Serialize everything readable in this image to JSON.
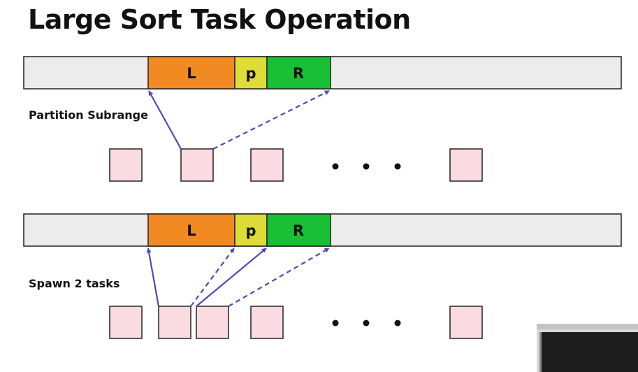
{
  "title": "Large Sort Task Operation",
  "segment_labels": {
    "left": "L",
    "pivot": "p",
    "right": "R"
  },
  "colors": {
    "array": "#ececec",
    "left": "#f28a23",
    "pivot": "#dedc37",
    "right": "#17c034",
    "task": "#fadbe1",
    "arrow": "#4e4ab8"
  },
  "panels": [
    {
      "label": "Partition Subrange",
      "task_count_before_ellipsis": 3,
      "ellipsis": "• • •"
    },
    {
      "label": "Spawn 2 tasks",
      "task_count_before_ellipsis": 4,
      "ellipsis": "• • •"
    }
  ],
  "overlay": {
    "icon": "video-thumbnail"
  }
}
